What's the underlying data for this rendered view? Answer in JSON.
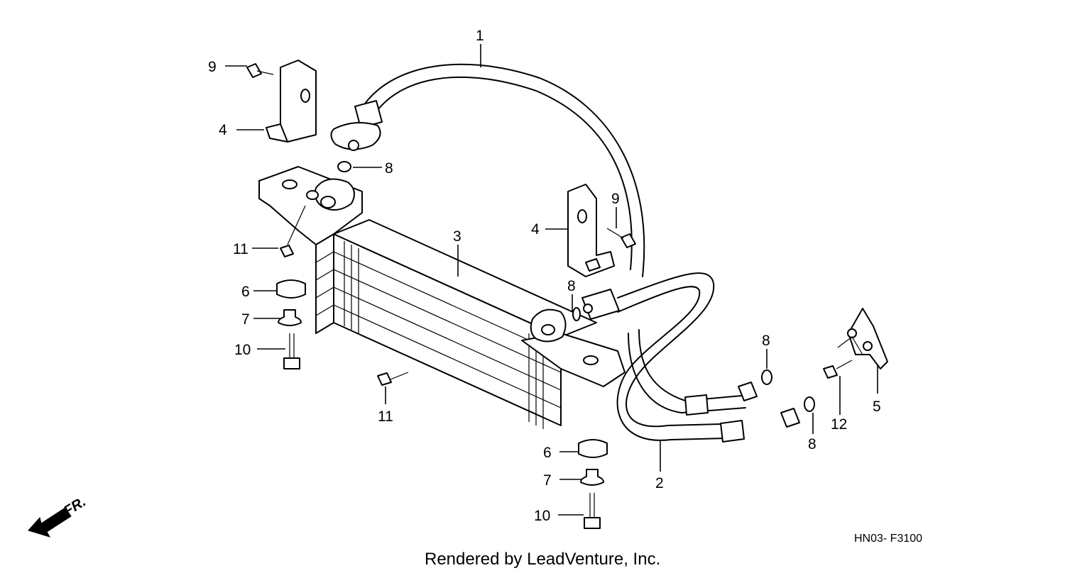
{
  "callouts": {
    "c1": "1",
    "c2": "2",
    "c3": "3",
    "c4a": "4",
    "c4b": "4",
    "c5": "5",
    "c6a": "6",
    "c6b": "6",
    "c7a": "7",
    "c7b": "7",
    "c8a": "8",
    "c8b": "8",
    "c8c": "8",
    "c8d": "8",
    "c9a": "9",
    "c9b": "9",
    "c10a": "10",
    "c10b": "10",
    "c11a": "11",
    "c11b": "11",
    "c12": "12"
  },
  "direction_label": "FR.",
  "diagram_code": "HN03- F3100",
  "credit": "Rendered by LeadVenture, Inc."
}
